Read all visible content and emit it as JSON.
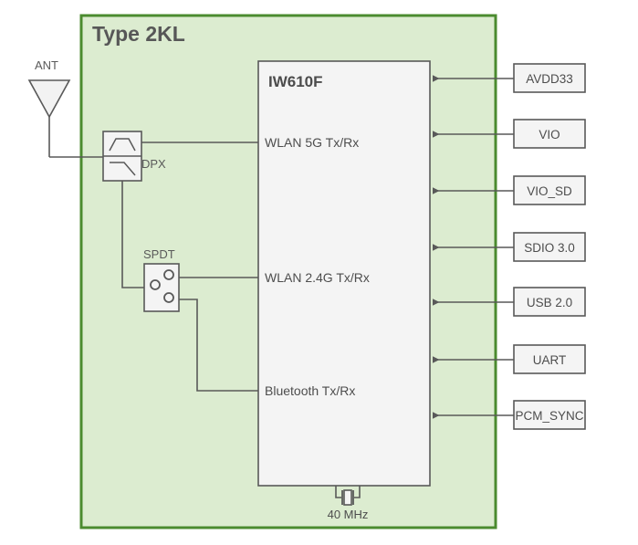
{
  "diagram": {
    "module": {
      "title": "Type 2KL",
      "fill_color": "#dcecd0",
      "border_color": "#4b8b2f"
    },
    "chip": {
      "title": "IW610F",
      "fill_color": "#f4f4f4",
      "border_color": "#595959",
      "ports": [
        {
          "id": "wlan5g",
          "label": "WLAN 5G Tx/Rx"
        },
        {
          "id": "wlan24g",
          "label": "WLAN 2.4G Tx/Rx"
        },
        {
          "id": "bt",
          "label": "Bluetooth Tx/Rx"
        }
      ]
    },
    "antenna": {
      "label": "ANT",
      "icon": "antenna-triangle-icon"
    },
    "diplexer": {
      "label": "DPX",
      "icon": "diplexer-filter-icon"
    },
    "switch": {
      "label": "SPDT",
      "icon": "spdt-switch-icon"
    },
    "crystal": {
      "label": "40 MHz",
      "icon": "crystal-icon"
    },
    "interfaces": [
      {
        "id": "avdd33",
        "label": "AVDD33"
      },
      {
        "id": "vio",
        "label": "VIO"
      },
      {
        "id": "vio_sd",
        "label": "VIO_SD"
      },
      {
        "id": "sdio",
        "label": "SDIO 3.0"
      },
      {
        "id": "usb",
        "label": "USB 2.0"
      },
      {
        "id": "uart",
        "label": "UART"
      },
      {
        "id": "pcm_sync",
        "label": "PCM_SYNC"
      }
    ]
  }
}
